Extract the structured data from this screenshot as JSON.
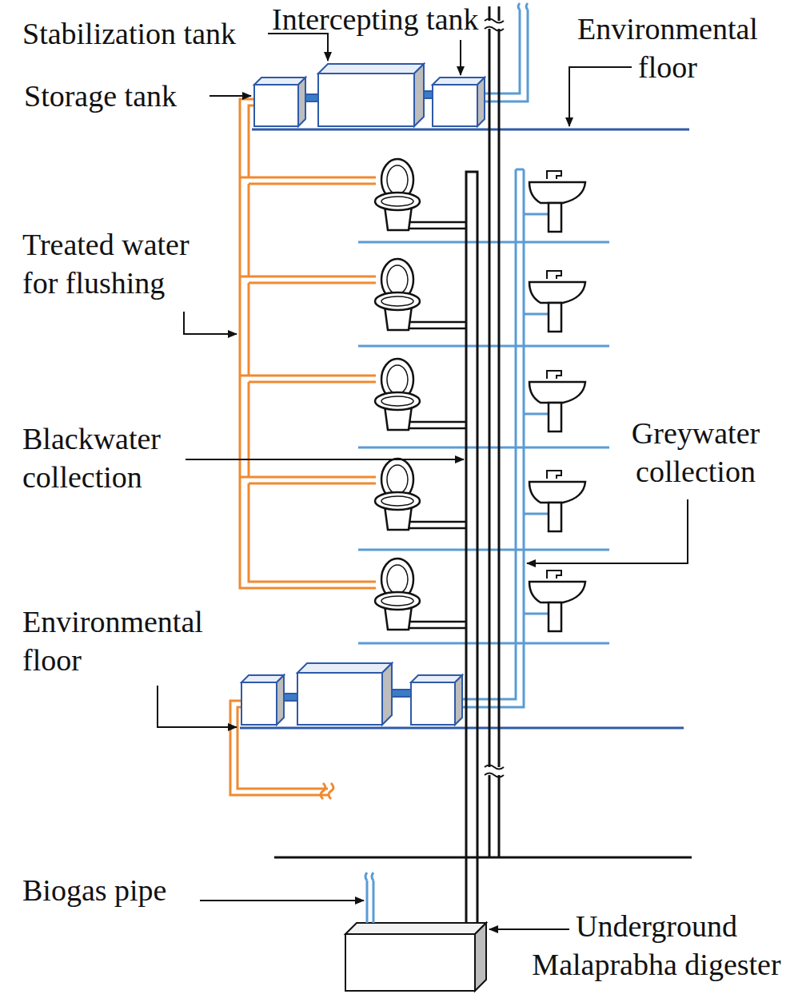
{
  "diagram": {
    "labels": [
      "Stabilization tank",
      "Intercepting tank",
      "Storage tank",
      "Environmental floor",
      "Treated water for flushing",
      "Blackwater collection",
      "Greywater collection",
      "Environmental floor",
      "Biogas pipe",
      "Underground Malaprabha digester"
    ]
  }
}
